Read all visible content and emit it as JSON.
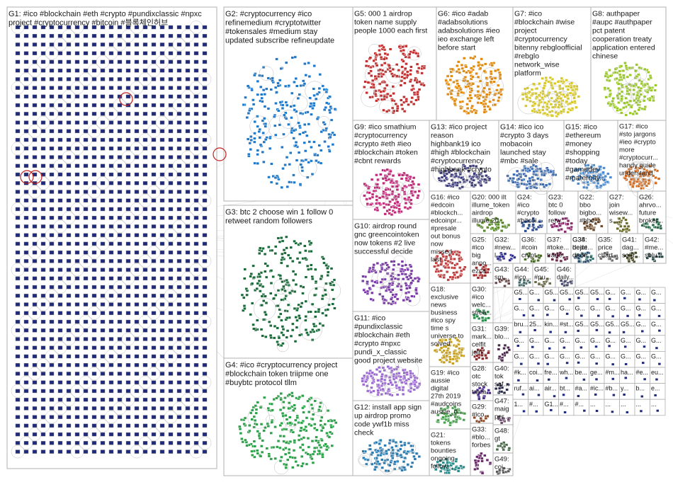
{
  "groups": [
    {
      "id": "G1",
      "lines": [
        "G1: #ico #blockchain #eth #crypto #pundixclassic #npxc",
        "project #cryptocurrency #bitcoin #블록체인허브"
      ],
      "color": "#1f2a7a"
    },
    {
      "id": "G2",
      "lines": [
        "G2: #cryptocurrency #ico",
        "refinemedium #cryptotwitter",
        "#tokensales #medium stay",
        "updated subscribe refineupdate"
      ],
      "color": "#1f78c8"
    },
    {
      "id": "G3",
      "lines": [
        "G3: btc 2 choose win 1 follow 0",
        "retweet random followers"
      ],
      "color": "#1b6b3a"
    },
    {
      "id": "G4",
      "lines": [
        "G4: #ico #cryptocurrency project",
        "#blockchain token triipme one",
        "#buybtc protocol tllm"
      ],
      "color": "#2ea24a"
    },
    {
      "id": "G5",
      "lines": [
        "G5: 000 1 airdrop",
        "token name supply",
        "people 1000 each first"
      ],
      "color": "#c03030"
    },
    {
      "id": "G6",
      "lines": [
        "G6: #ico #adab",
        "#adabsolutions",
        "adabsolutions #ieo",
        "ieo exchange left",
        "before start"
      ],
      "color": "#e08a10"
    },
    {
      "id": "G7",
      "lines": [
        "G7: #ico",
        "#blockchain #wise",
        "project",
        "#cryptocurrency",
        "bitenny rebgloofficial",
        "#rebglo",
        "network_wise",
        "platform"
      ],
      "color": "#d8c828"
    },
    {
      "id": "G8",
      "lines": [
        "G8: authpaper",
        "#aupc #authpaper",
        "pct patent",
        "cooperation treaty",
        "application entered",
        "chinese"
      ],
      "color": "#9ac828"
    },
    {
      "id": "G9",
      "lines": [
        "G9: #ico smathium",
        "#cryptocurrency",
        "#crypto #eth #ieo",
        "#blockchain #token",
        "#cbnt rewards"
      ],
      "color": "#c02878"
    },
    {
      "id": "G10",
      "lines": [
        "G10: airdrop round",
        "gnc greencointoken",
        "now tokens #2 live",
        "successful decide"
      ],
      "color": "#7a3aa8"
    },
    {
      "id": "G11",
      "lines": [
        "G11: #ico",
        "#pundixclassic",
        "#blockchain #eth",
        "#crypto #npxc",
        "pundi_x_classic",
        "good project website"
      ],
      "color": "#9a6ad0"
    },
    {
      "id": "G12",
      "lines": [
        "G12: install app sign",
        "up airdrop promo",
        "code ywf1b miss",
        "check"
      ],
      "color": "#2a7ab0"
    },
    {
      "id": "G13",
      "lines": [
        "G13: #ico project",
        "reason",
        "highbank19 ico",
        "#high #blockchain",
        "#cryptocurrency",
        "#highbank #crypto"
      ],
      "color": "#3a3a7a"
    },
    {
      "id": "G14",
      "lines": [
        "G14: #ico ico",
        "#crypto 3 days",
        "mobacoin",
        "launched stay",
        "#mbc #sale"
      ],
      "color": "#3a6ab0"
    },
    {
      "id": "G15",
      "lines": [
        "G15: #ico",
        "#ethereum",
        "#money",
        "#shopping",
        "#today",
        "#gamedev",
        "#maternity..."
      ],
      "color": "#4a8ad0"
    },
    {
      "id": "G16",
      "lines": [
        "G16: #ico",
        "#edcoin",
        "#blockch...",
        "edcoinpr...",
        "#presale",
        "out bonus",
        "now",
        "missed",
        "last"
      ],
      "color": "#c04040"
    },
    {
      "id": "G17",
      "lines": [
        "G17: #ico",
        "#sto jargons",
        "#ieo #crypto",
        "more",
        "#cryptocurr...",
        "handy guide",
        "understand"
      ],
      "color": "#d06a20"
    },
    {
      "id": "G18",
      "lines": [
        "G18:",
        "exclusive",
        "news",
        "business",
        "#ico spy",
        "time s",
        "universe to",
        "solved"
      ],
      "color": "#c8a020"
    },
    {
      "id": "G19",
      "lines": [
        "G19: #ico",
        "aussie",
        "digital",
        "27th 2019",
        "#audcoins",
        "aussie_d..."
      ],
      "color": "#4aa050"
    },
    {
      "id": "G20",
      "lines": [
        "G20: 000 ilt",
        "illume_token",
        "airdrop",
        "illume 20..."
      ],
      "color": "#5a8a2a"
    },
    {
      "id": "G21",
      "lines": [
        "G21:",
        "tokens",
        "bounties",
        "ongoing",
        "follow..."
      ],
      "color": "#2a8a8a"
    },
    {
      "id": "G22",
      "lines": [
        "G22:",
        "bbo",
        "bigbo...",
        "#bbo..."
      ],
      "color": "#6a4a2a"
    },
    {
      "id": "G23",
      "lines": [
        "G23:",
        "btc 0",
        "follow",
        "retw..."
      ],
      "color": "#8a2a6a"
    },
    {
      "id": "G24",
      "lines": [
        "G24:",
        "#ico",
        "#crypto",
        "#bitcoi..."
      ],
      "color": "#2a4a8a"
    },
    {
      "id": "G25",
      "lines": [
        "G25:",
        "#ico",
        "big",
        "anno...",
        "ezca..."
      ],
      "color": "#a02a2a"
    },
    {
      "id": "G26",
      "lines": [
        "G26:",
        "ahrvo...",
        "future",
        "broker..."
      ],
      "color": "#2a6a4a"
    },
    {
      "id": "G27",
      "lines": [
        "G27:",
        "join",
        "wisew...",
        "s..."
      ],
      "color": "#6a6a2a"
    },
    {
      "id": "G28",
      "lines": [
        "G28:",
        "otc",
        "stock",
        "tauta..."
      ],
      "color": "#4a2a8a"
    },
    {
      "id": "G29",
      "lines": [
        "G29:",
        "#ico",
        "ener...",
        "#ren..."
      ],
      "color": "#8a4a2a"
    },
    {
      "id": "G30",
      "lines": [
        "G30:",
        "#ico",
        "welc...",
        "strea..."
      ],
      "color": "#2a8a4a"
    },
    {
      "id": "G31",
      "lines": [
        "G31:",
        "mark...",
        "celfit",
        "join..."
      ],
      "color": "#8a2a2a"
    },
    {
      "id": "G32",
      "lines": [
        "G32:",
        "#new...",
        "l..."
      ],
      "color": "#2a2a8a"
    },
    {
      "id": "G33",
      "lines": [
        "G33:",
        "#blo...",
        "forbes"
      ],
      "color": "#6a2a6a"
    },
    {
      "id": "G34",
      "lines": [
        "G34:",
        "bejot",
        "dede..."
      ],
      "color": "#2a6a6a"
    },
    {
      "id": "G35",
      "lines": [
        "G35:",
        "price",
        "chart..."
      ],
      "color": "#6a6a6a"
    },
    {
      "id": "G36",
      "lines": [
        "G36:",
        "#coin",
        "crypt..."
      ],
      "color": "#4a6a2a"
    },
    {
      "id": "G37",
      "lines": [
        "G37:",
        "#toke...",
        "trade..."
      ],
      "color": "#6a2a4a"
    },
    {
      "id": "G38",
      "lines": [
        "G38:",
        "dede..."
      ],
      "color": "#2a4a6a"
    },
    {
      "id": "G39",
      "lines": [
        "G39:",
        "blo..."
      ],
      "color": "#4a2a4a"
    },
    {
      "id": "G40",
      "lines": [
        "G40:",
        "tok",
        "saf..."
      ],
      "color": "#2a2a4a"
    },
    {
      "id": "G41",
      "lines": [
        "G41:",
        "dag...",
        "solu..."
      ],
      "color": "#4a4a2a"
    },
    {
      "id": "G42",
      "lines": [
        "G42:",
        "#me...",
        "solu..."
      ],
      "color": "#2a4a4a"
    },
    {
      "id": "G43",
      "lines": [
        "G43:",
        "sm...",
        "citi..."
      ],
      "color": "#6a4a4a"
    },
    {
      "id": "G44",
      "lines": [
        "G44:",
        "#ico..."
      ],
      "color": "#4a6a6a"
    },
    {
      "id": "G45",
      "lines": [
        "G45:",
        "#pu..."
      ],
      "color": "#6a6a4a"
    },
    {
      "id": "G46",
      "lines": [
        "G46:",
        "daily..."
      ],
      "color": "#4a4a6a"
    },
    {
      "id": "G47",
      "lines": [
        "G47:",
        "maig",
        "per..."
      ],
      "color": "#6a4a6a"
    },
    {
      "id": "G48",
      "lines": [
        "G48:",
        "gt"
      ],
      "color": "#4a6a4a"
    },
    {
      "id": "G49",
      "lines": [
        "G49:",
        "coi..."
      ],
      "color": "#5a5a5a"
    }
  ],
  "small_labels": [
    "G5...",
    "G...",
    "G5...",
    "G5...",
    "G5...",
    "G5...",
    "G...",
    "G...",
    "G...",
    "G...",
    "G...",
    "G...",
    "G...",
    "G...",
    "G...",
    "G...",
    "G...",
    "G...",
    "G...",
    "G...",
    "bru...",
    "25...",
    "kin...",
    "#st...",
    "G5...",
    "G5...",
    "G5...",
    "G5...",
    "G...",
    "G...",
    "G...",
    "G...",
    "G...",
    "G...",
    "G...",
    "G...",
    "G...",
    "G...",
    "G...",
    "G...",
    "G...",
    "G...",
    "G...",
    "G...",
    "G...",
    "G...",
    "G...",
    "G...",
    "G...",
    "G...",
    "#k...",
    "coi...",
    "fre...",
    "wh...",
    "be...",
    "ge...",
    "#m...",
    "ha...",
    "#e...",
    "eu...",
    "ruf...",
    "ai...",
    "air...",
    "bt...",
    "#a...",
    "#ic...",
    "#b...",
    "y...",
    "b...",
    "e...",
    "1...",
    "#...",
    "G1...",
    "#...",
    "#...",
    "...",
    "...",
    "...",
    "...",
    "..."
  ],
  "palette": {
    "edge": "#c8c8c8",
    "grid_node": "#1f2a7a",
    "border": "#b0b0b0"
  }
}
